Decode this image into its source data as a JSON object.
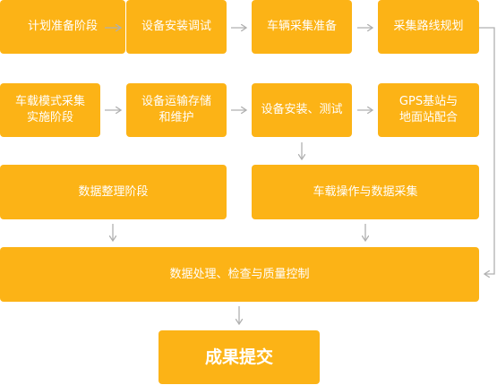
{
  "colors": {
    "box": "#fcb316",
    "text": "#ffffff",
    "arrow": "#b0b0b0"
  },
  "steps": {
    "plan": "计划准备阶段",
    "debug": "设备安装调试",
    "vehicle_prep": "车辆采集准备",
    "route_plan": "采集路线规划",
    "vehicle_mode": "车载模式采集\n实施阶段",
    "transport": "设备运输存储\n和维护",
    "install_test": "设备安装、测试",
    "gps": "GPS基站与\n地面站配合",
    "organize": "数据整理阶段",
    "operate": "车载操作与数据采集",
    "process": "数据处理、检查与质量控制",
    "result": "成果提交"
  }
}
